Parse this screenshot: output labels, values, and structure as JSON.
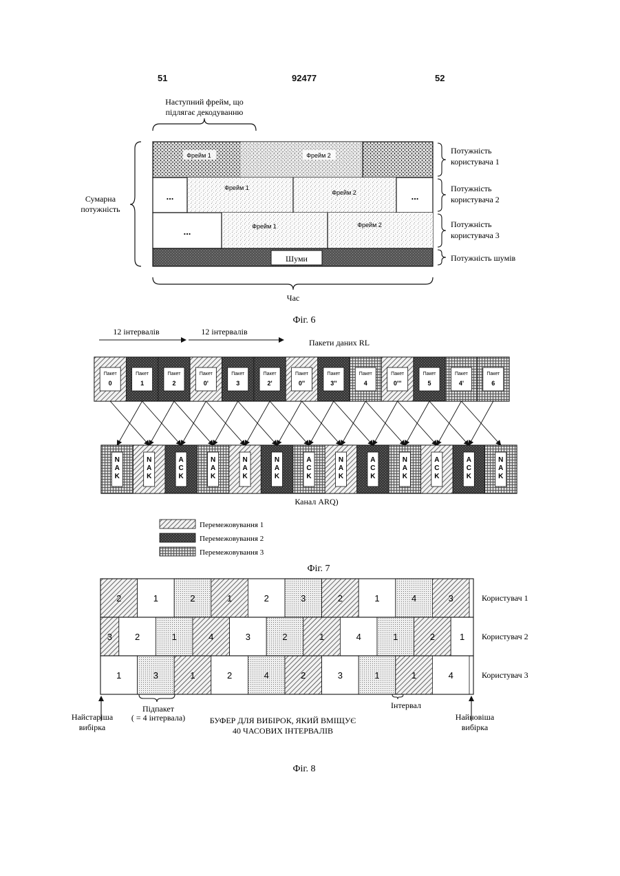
{
  "header": {
    "left_page": "51",
    "doc_number": "92477",
    "right_page": "52"
  },
  "fig6": {
    "top_label_line1": "Наступний фрейм, що",
    "top_label_line2": "підлягає декодуванню",
    "left_label_line1": "Сумарна",
    "left_label_line2": "потужність",
    "rows": [
      {
        "cells": [
          "Фрейм 1",
          "Фрейм 2"
        ],
        "label_line1": "Потужність",
        "label_line2": "користувача 1"
      },
      {
        "cells": [
          "...",
          "Фрейм 1",
          "Фрейм 2",
          "..."
        ],
        "label_line1": "Потужність",
        "label_line2": "користувача 2"
      },
      {
        "cells": [
          "...",
          "Фрейм 1",
          "Фрейм 2"
        ],
        "label_line1": "Потужність",
        "label_line2": "користувача 3"
      }
    ],
    "noise_label": "Шуми",
    "noise_power_label": "Потужність шумів",
    "time_label": "Час",
    "caption": "Фіг. 6"
  },
  "fig7": {
    "interval_label_1": "12 інтервалів",
    "interval_label_2": "12 інтервалів",
    "data_packets_label": "Пакети даних RL",
    "packets": [
      {
        "word": "Пакет",
        "num": "0",
        "pat": "hatch"
      },
      {
        "word": "Пакет",
        "num": "1",
        "pat": "dark"
      },
      {
        "word": "Пакет",
        "num": "2",
        "pat": "dark"
      },
      {
        "word": "Пакет",
        "num": "0'",
        "pat": "hatch"
      },
      {
        "word": "Пакет",
        "num": "3",
        "pat": "dark"
      },
      {
        "word": "Пакет",
        "num": "2'",
        "pat": "dark"
      },
      {
        "word": "Пакет",
        "num": "0''",
        "pat": "hatch"
      },
      {
        "word": "Пакет",
        "num": "3''",
        "pat": "dark"
      },
      {
        "word": "Пакет",
        "num": "4",
        "pat": "grid"
      },
      {
        "word": "Пакет",
        "num": "0'''",
        "pat": "hatch"
      },
      {
        "word": "Пакет",
        "num": "5",
        "pat": "dark"
      },
      {
        "word": "Пакет",
        "num": "4'",
        "pat": "grid"
      },
      {
        "word": "Пакет",
        "num": "6",
        "pat": "grid"
      }
    ],
    "acks": [
      {
        "text": "NAK",
        "pat": "grid"
      },
      {
        "text": "NAK",
        "pat": "hatch"
      },
      {
        "text": "ACK",
        "pat": "dark"
      },
      {
        "text": "NAK",
        "pat": "grid"
      },
      {
        "text": "NAK",
        "pat": "hatch"
      },
      {
        "text": "NAK",
        "pat": "dark"
      },
      {
        "text": "ACK",
        "pat": "grid"
      },
      {
        "text": "NAK",
        "pat": "hatch"
      },
      {
        "text": "ACK",
        "pat": "dark"
      },
      {
        "text": "NAK",
        "pat": "grid"
      },
      {
        "text": "ACK",
        "pat": "hatch"
      },
      {
        "text": "ACK",
        "pat": "dark"
      },
      {
        "text": "NAK",
        "pat": "grid"
      }
    ],
    "channel_label": "Канал ARQ)",
    "legend": [
      {
        "label": "Перемежовування 1",
        "pat": "hatch"
      },
      {
        "label": "Перемежовування 2",
        "pat": "dark"
      },
      {
        "label": "Перемежовування 3",
        "pat": "grid"
      }
    ],
    "caption": "Фіг. 7"
  },
  "fig8": {
    "rows": [
      {
        "label": "Користувач 1",
        "cells": [
          {
            "t": "2",
            "p": "hatch"
          },
          {
            "t": "1",
            "p": "white"
          },
          {
            "t": "2",
            "p": "dots"
          },
          {
            "t": "1",
            "p": "hatch"
          },
          {
            "t": "2",
            "p": "white"
          },
          {
            "t": "3",
            "p": "dots"
          },
          {
            "t": "2",
            "p": "hatch"
          },
          {
            "t": "1",
            "p": "white"
          },
          {
            "t": "4",
            "p": "dots"
          },
          {
            "t": "3",
            "p": "hatch"
          }
        ]
      },
      {
        "label": "Користувач 2",
        "cells": [
          {
            "t": "3",
            "p": "hatch"
          },
          {
            "t": "2",
            "p": "white"
          },
          {
            "t": "1",
            "p": "dots"
          },
          {
            "t": "4",
            "p": "hatch"
          },
          {
            "t": "3",
            "p": "white"
          },
          {
            "t": "2",
            "p": "dots"
          },
          {
            "t": "1",
            "p": "hatch"
          },
          {
            "t": "4",
            "p": "white"
          },
          {
            "t": "1",
            "p": "dots"
          },
          {
            "t": "2",
            "p": "hatch"
          },
          {
            "t": "1",
            "p": "white"
          }
        ]
      },
      {
        "label": "Користувач 3",
        "cells": [
          {
            "t": "1",
            "p": "white"
          },
          {
            "t": "3",
            "p": "dots"
          },
          {
            "t": "1",
            "p": "hatch"
          },
          {
            "t": "2",
            "p": "white"
          },
          {
            "t": "4",
            "p": "dots"
          },
          {
            "t": "2",
            "p": "hatch"
          },
          {
            "t": "3",
            "p": "white"
          },
          {
            "t": "1",
            "p": "dots"
          },
          {
            "t": "1",
            "p": "hatch"
          },
          {
            "t": "4",
            "p": "white"
          }
        ]
      }
    ],
    "oldest_line1": "Найстаріша",
    "oldest_line2": "вибірка",
    "subpacket_line1": "Підпакет",
    "subpacket_line2": "( = 4 інтервала)",
    "buffer_line1": "БУФЕР ДЛЯ ВИБІРОК, ЯКИЙ ВМІЩУЄ",
    "buffer_line2": "40 ЧАСОВИХ ІНТЕРВАЛІВ",
    "interval_label": "Інтервал",
    "newest_line1": "Найновіша",
    "newest_line2": "вибірка",
    "caption": "Фіг. 8"
  }
}
